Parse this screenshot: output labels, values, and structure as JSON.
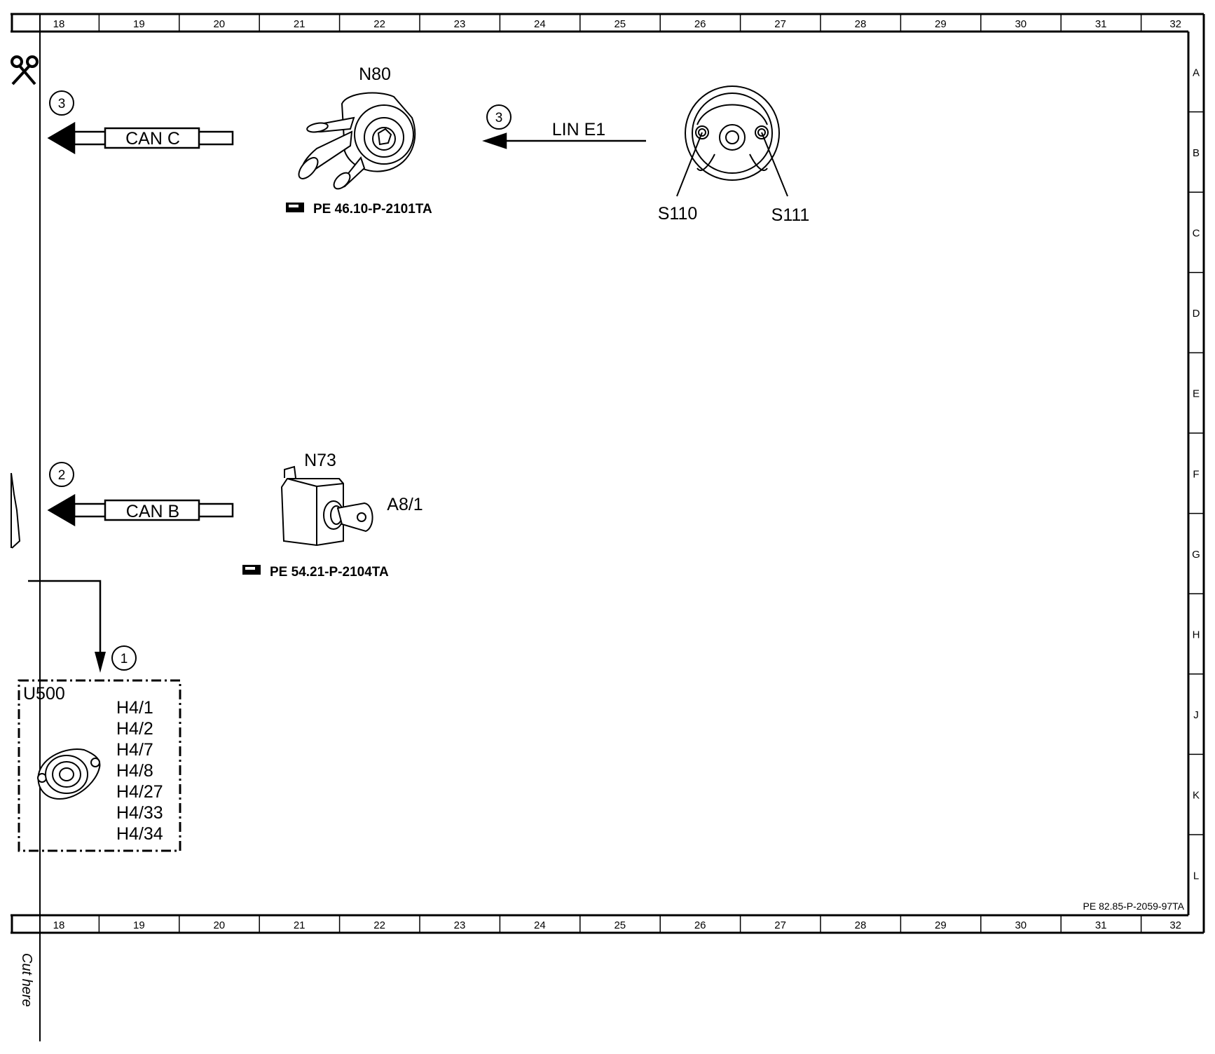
{
  "frame": {
    "columns": [
      "18",
      "19",
      "20",
      "21",
      "22",
      "23",
      "24",
      "25",
      "26",
      "27",
      "28",
      "29",
      "30",
      "31",
      "32"
    ],
    "rows": [
      "A",
      "B",
      "C",
      "D",
      "E",
      "F",
      "G",
      "H",
      "J",
      "K",
      "L"
    ],
    "footer_code": "PE 82.85-P-2059-97TA",
    "cut_here": "Cut here"
  },
  "components": {
    "n80": {
      "label": "N80",
      "ref": "PE 46.10-P-2101TA"
    },
    "steering_wheel": {
      "switch_left": "S110",
      "switch_right": "S111"
    },
    "n73": {
      "label": "N73",
      "key_label": "A8/1",
      "ref": "PE 54.21-P-2104TA"
    },
    "u500": {
      "label": "U500",
      "items": [
        "H4/1",
        "H4/2",
        "H4/7",
        "H4/8",
        "H4/27",
        "H4/33",
        "H4/34"
      ]
    }
  },
  "connections": {
    "can_c": {
      "label": "CAN C",
      "badge": "3"
    },
    "lin_e1": {
      "label": "LIN E1",
      "badge": "3"
    },
    "can_b": {
      "label": "CAN B",
      "badge": "2"
    },
    "u500_link": {
      "badge": "1"
    }
  },
  "icons": [
    "scissors-icon",
    "pointing-hand-icon"
  ]
}
